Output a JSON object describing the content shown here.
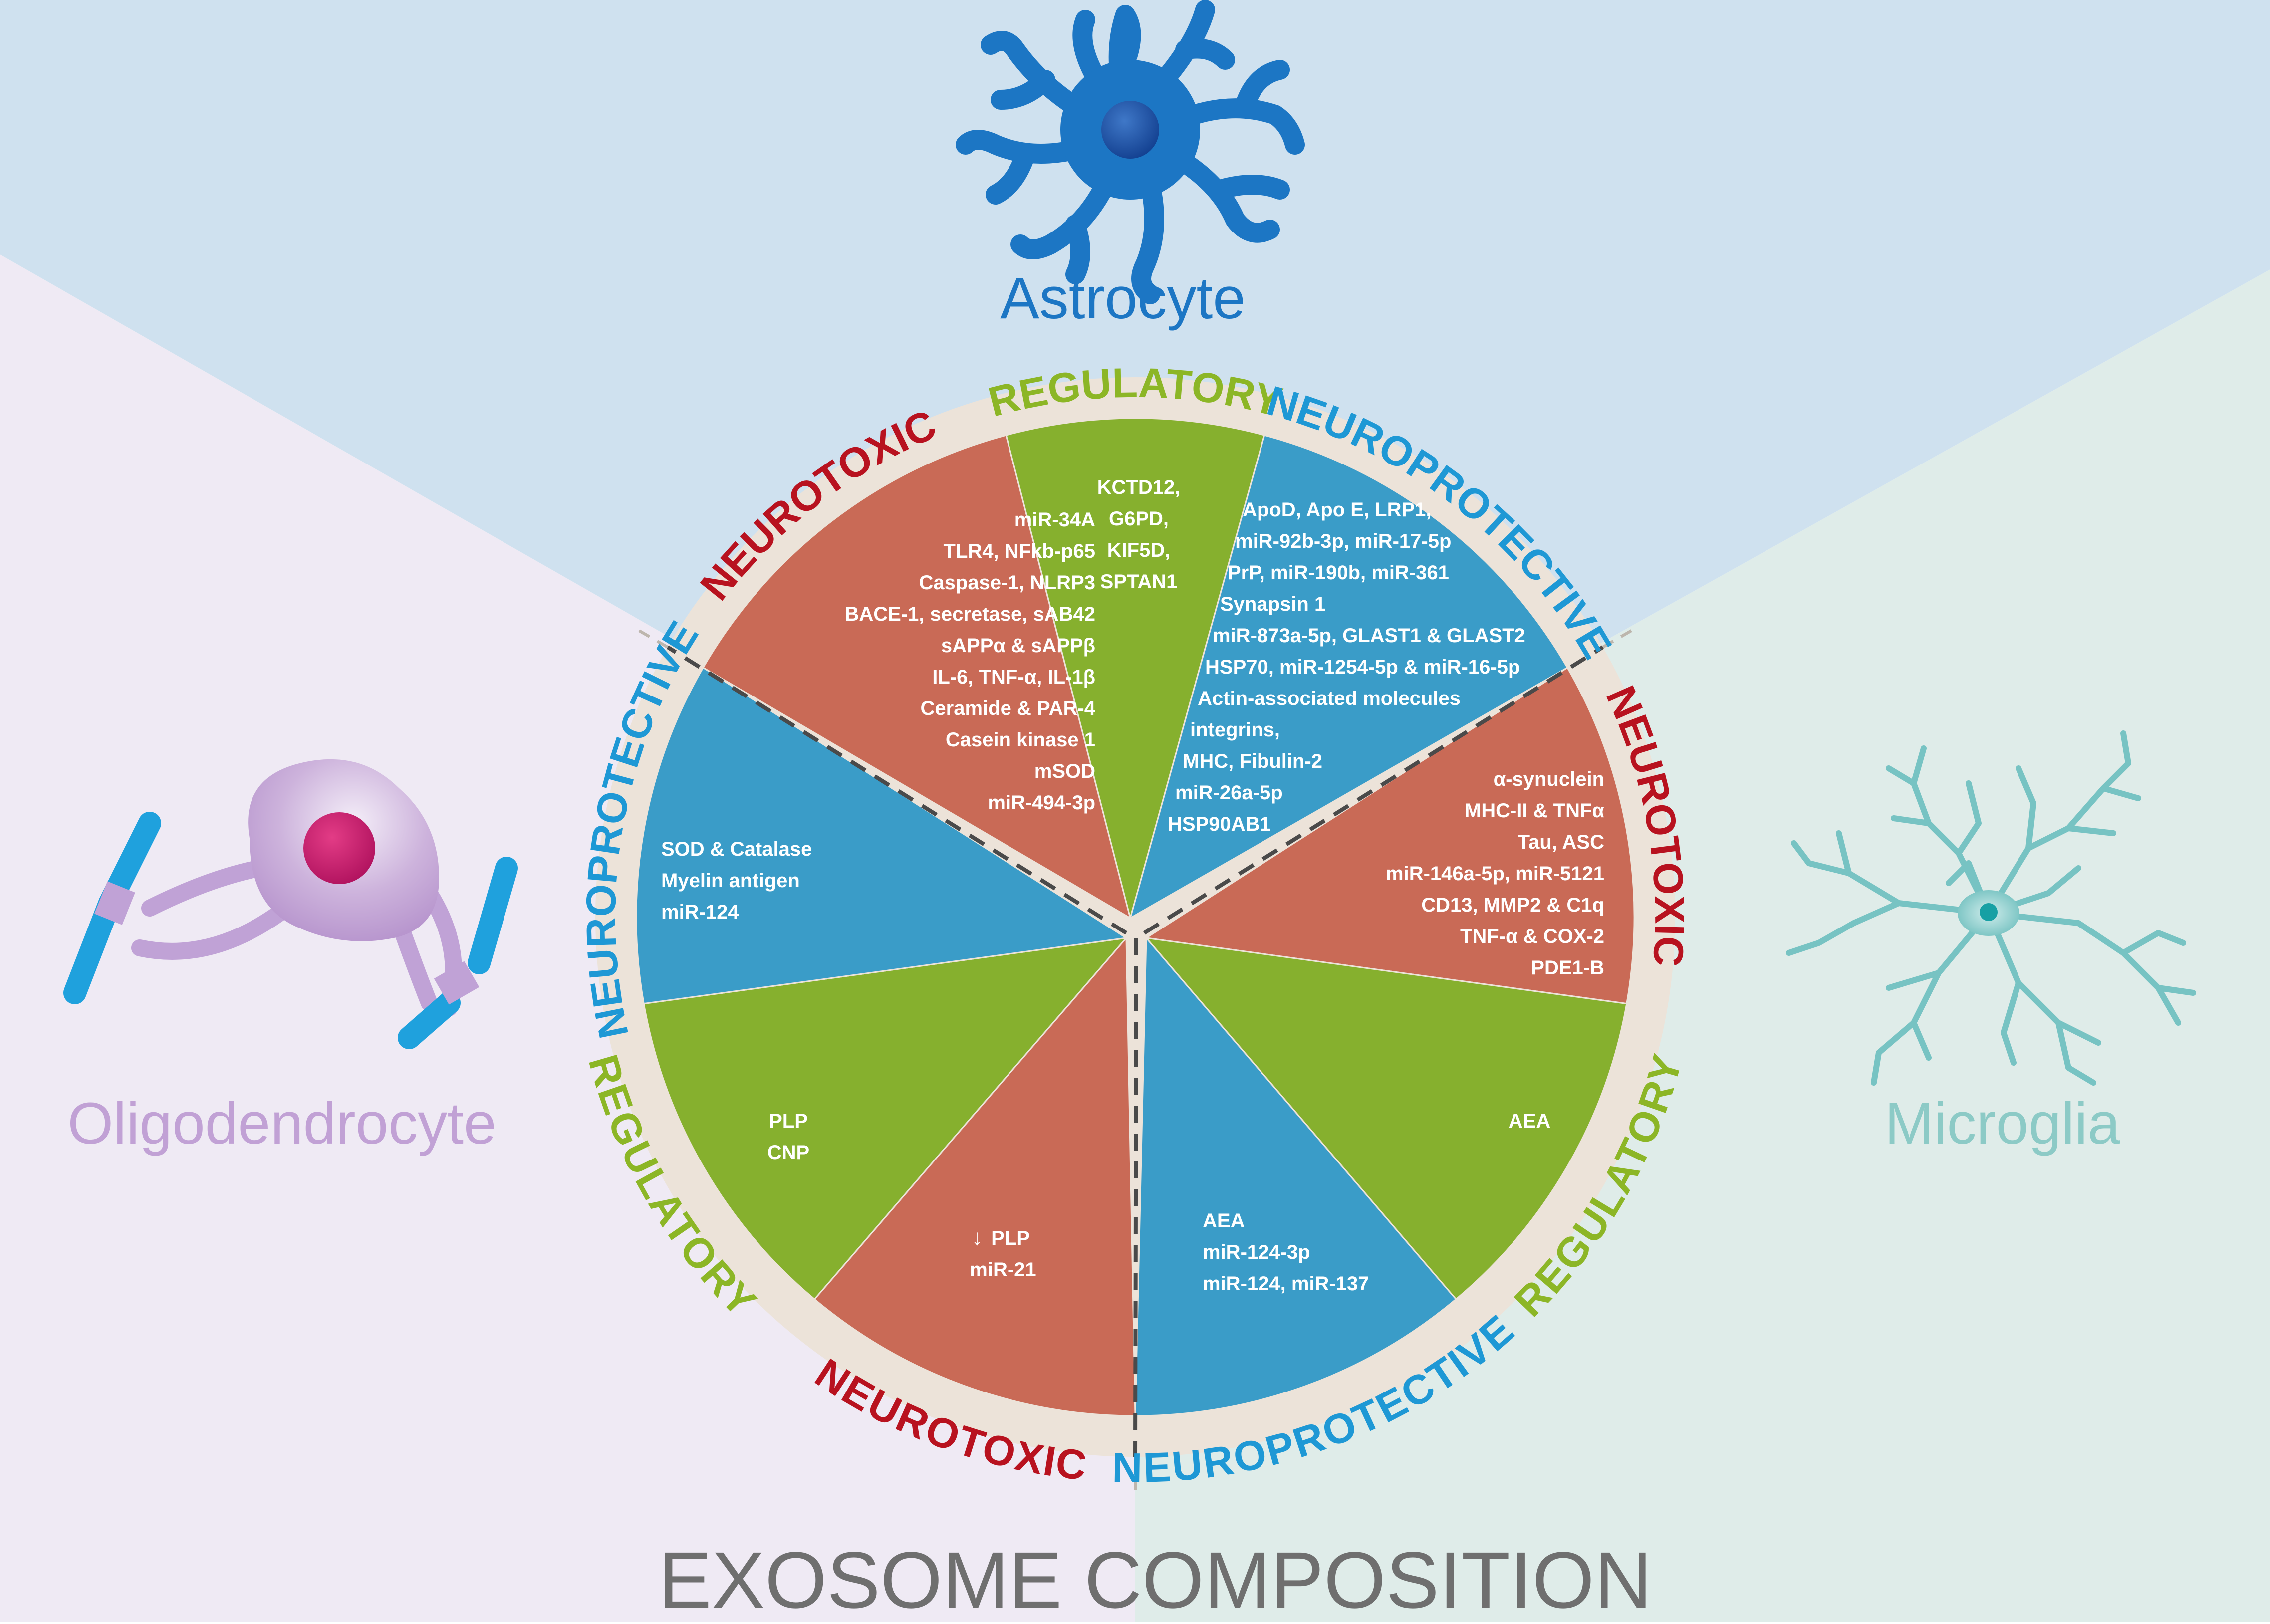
{
  "title": "EXOSOME COMPOSITION",
  "cells": {
    "astrocyte": "Astrocyte",
    "oligodendrocyte": "Oligodendrocyte",
    "microglia": "Microglia"
  },
  "colors": {
    "neurotoxic_fill": "#c96a56",
    "neuroprotective_fill": "#3a9cc8",
    "regulatory_fill": "#86b02e",
    "neurotoxic_label": "#b8121f",
    "neuroprotective_label": "#1e98d5",
    "regulatory_label": "#8cb626",
    "rim": "#ece3d9",
    "astrocyte_bg": "#cfe1ef",
    "oligodendrocyte_bg": "#efeaf4",
    "microglia_bg": "#dfece9"
  },
  "segments": {
    "astro_neurotoxic": {
      "label": "NEUROTOXIC",
      "items": [
        "miR-34A",
        "TLR4, NFkb-p65",
        "Caspase-1, NLRP3",
        "BACE-1, secretase, sAB42",
        "sAPPα & sAPPβ",
        "IL-6, TNF-α, IL-1β",
        "Ceramide & PAR-4",
        "Casein kinase 1",
        "mSOD",
        "miR-494-3p"
      ]
    },
    "astro_regulatory": {
      "label": "REGULATORY",
      "items": [
        "KCTD12,",
        "G6PD,",
        "KIF5D,",
        "SPTAN1"
      ]
    },
    "astro_neuroprotective": {
      "label": "NEUROPROTECTIVE",
      "items": [
        "ApoD, Apo E, LRP1,",
        "miR-92b-3p, miR-17-5p",
        "PrP, miR-190b, miR-361",
        "Synapsin 1",
        "miR-873a-5p, GLAST1 & GLAST2",
        "HSP70, miR-1254-5p & miR-16-5p",
        "Actin-associated molecules",
        "integrins,",
        "MHC, Fibulin-2",
        "miR-26a-5p",
        "HSP90AB1"
      ]
    },
    "micro_neurotoxic": {
      "label": "NEUROTOXIC",
      "items": [
        "α-synuclein",
        "MHC-II & TNFα",
        "Tau, ASC",
        "miR-146a-5p, miR-5121",
        "CD13, MMP2 & C1q",
        "TNF-α & COX-2",
        "PDE1-B"
      ]
    },
    "micro_regulatory": {
      "label": "REGULATORY",
      "items": [
        "AEA"
      ]
    },
    "micro_neuroprotective": {
      "label": "NEUROPROTECTIVE",
      "items": [
        "AEA",
        "miR-124-3p",
        "miR-124, miR-137"
      ]
    },
    "oligo_neurotoxic": {
      "label": "NEUROTOXIC",
      "items": [
        "PLP",
        "miR-21"
      ]
    },
    "oligo_regulatory": {
      "label": "REGULATORY",
      "items": [
        "PLP",
        "CNP"
      ]
    },
    "oligo_neuroprotective": {
      "label": "NEUROPROTECTIVE",
      "items": [
        "SOD & Catalase",
        "Myelin antigen",
        "miR-124"
      ]
    }
  }
}
